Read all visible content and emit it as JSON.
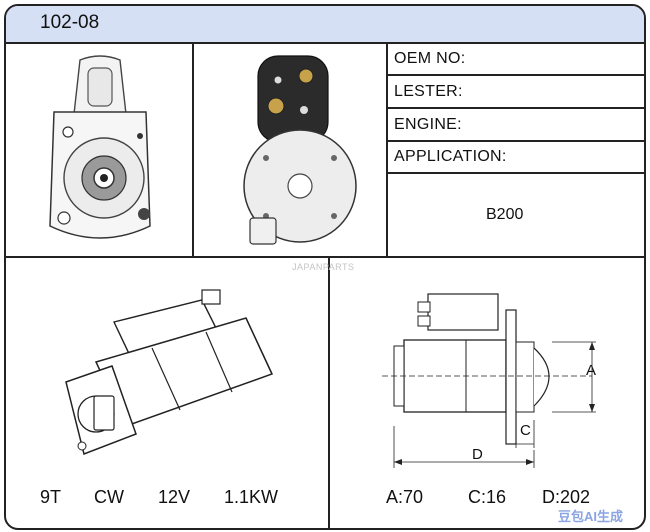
{
  "header": {
    "part_number": "102-08"
  },
  "spec_table": {
    "oem_label": "OEM NO:",
    "lester_label": "LESTER:",
    "engine_label": "ENGINE:",
    "application_label": "APPLICATION:",
    "application_value": "B200"
  },
  "watermark": "JAPANPARTS",
  "specs_left": {
    "teeth": "9T",
    "rotation": "CW",
    "voltage": "12V",
    "power": "1.1KW"
  },
  "specs_right": {
    "a": "A:70",
    "c": "C:16",
    "d": "D:202"
  },
  "drawing_labels": {
    "a": "A",
    "c": "C",
    "d": "D"
  },
  "corner_mark": "豆包AI生成"
}
